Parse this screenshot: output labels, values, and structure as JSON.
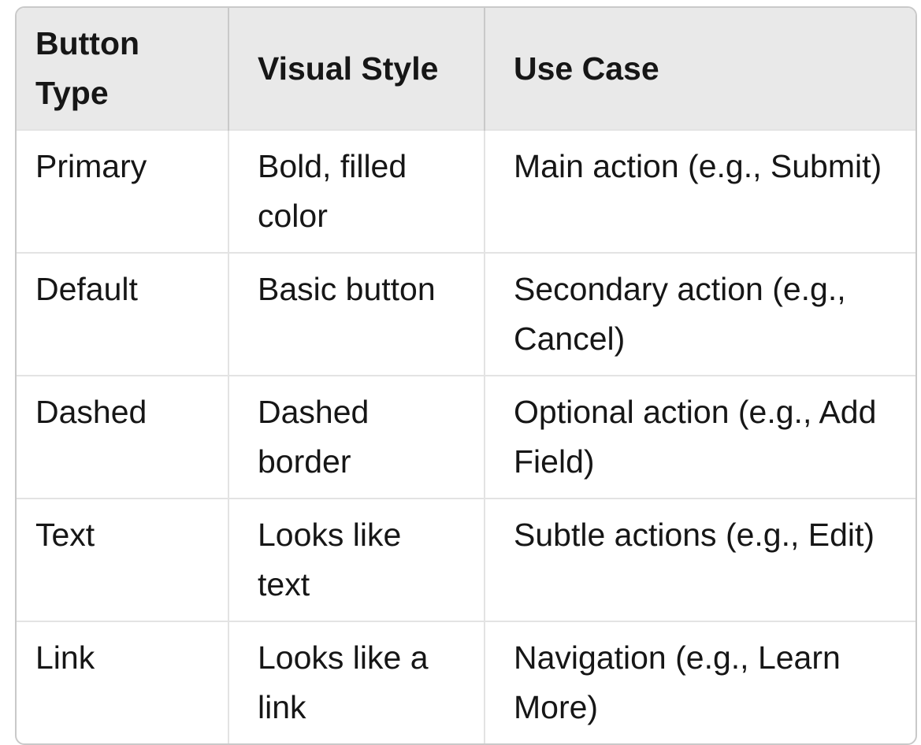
{
  "theme": {
    "page_bg": "#ffffff",
    "text_color": "#161616",
    "header_bg": "#e9e9e9",
    "outer_border": "#c9c9c9",
    "header_divider": "#c9c9c9",
    "row_divider": "#e3e3e3"
  },
  "table": {
    "headers": [
      "Button\nType",
      "Visual Style",
      "Use Case"
    ],
    "rows": [
      {
        "cells": [
          "Primary",
          "Bold, filled\ncolor",
          "Main action (e.g., Submit)"
        ]
      },
      {
        "cells": [
          "Default",
          "Basic button",
          "Secondary action (e.g.,\nCancel)"
        ]
      },
      {
        "cells": [
          "Dashed",
          "Dashed\nborder",
          "Optional action (e.g., Add\nField)"
        ]
      },
      {
        "cells": [
          "Text",
          "Looks like\ntext",
          "Subtle actions (e.g., Edit)"
        ]
      },
      {
        "cells": [
          "Link",
          "Looks like a\nlink",
          "Navigation (e.g., Learn\nMore)"
        ]
      }
    ]
  }
}
